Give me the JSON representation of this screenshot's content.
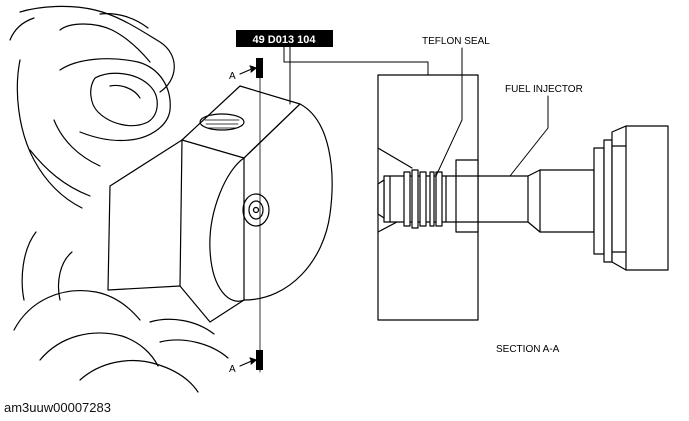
{
  "labels": {
    "part_number": "49 D013 104",
    "teflon_seal": "TEFLON SEAL",
    "fuel_injector": "FUEL INJECTOR",
    "section": "SECTION A-A",
    "section_mark_top": "A",
    "section_mark_bottom": "A"
  },
  "caption": "am3uuw00007283",
  "colors": {
    "line": "#000000",
    "tag_bg": "#000000",
    "tag_text": "#ffffff"
  }
}
